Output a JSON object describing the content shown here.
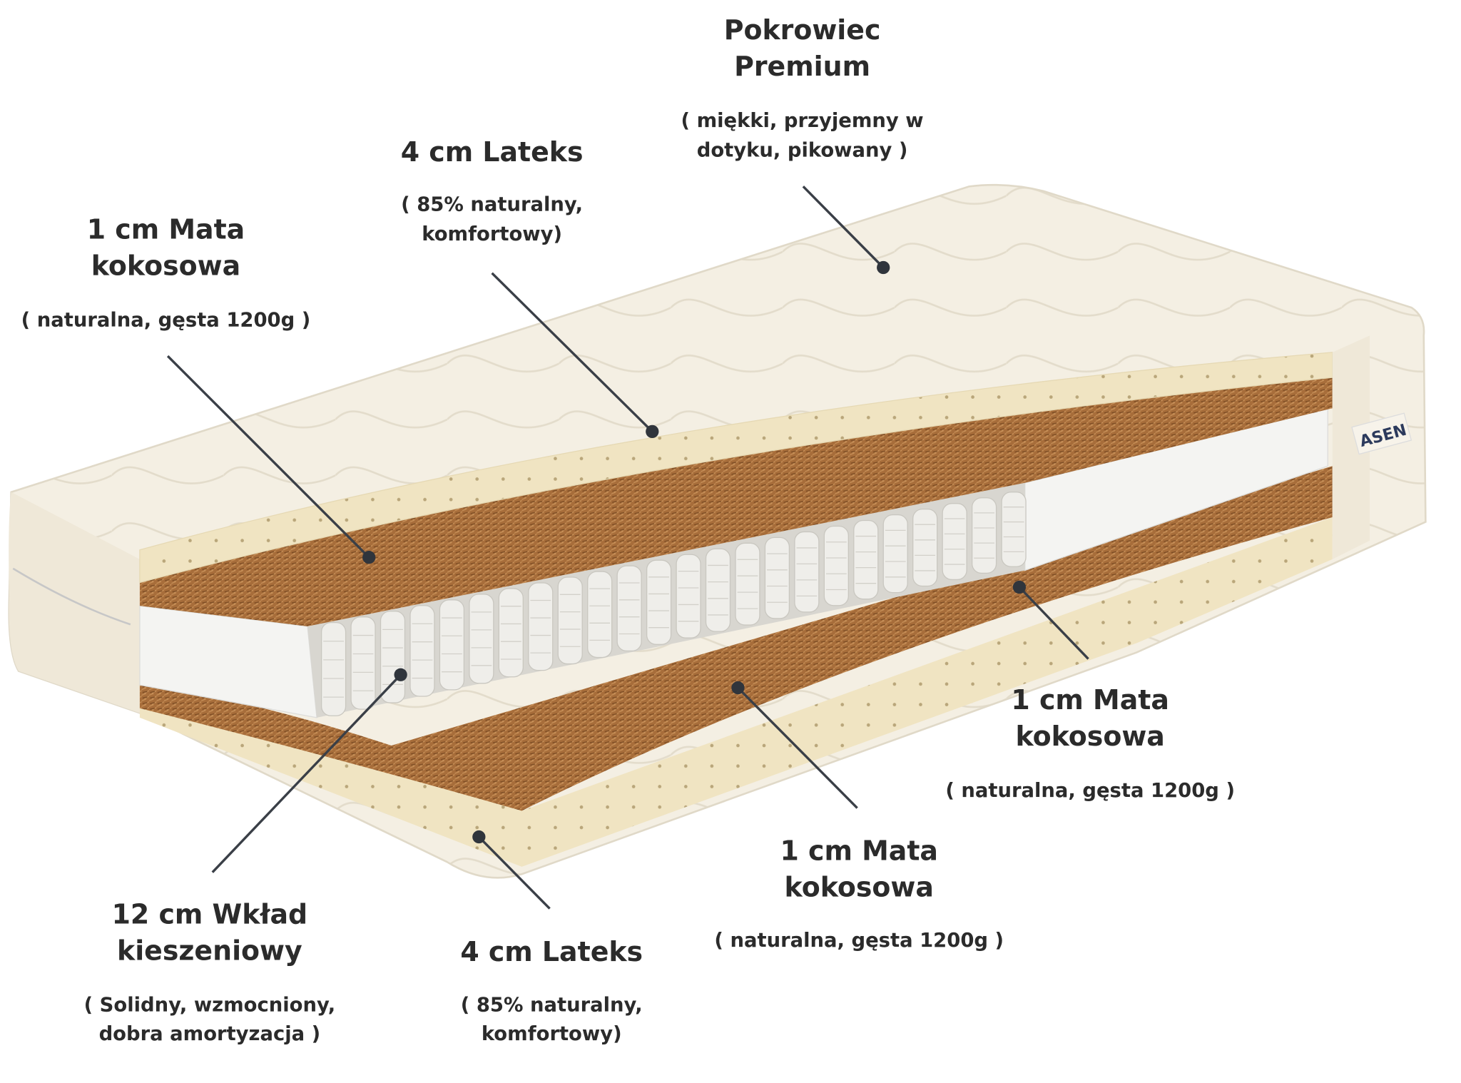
{
  "brand_logo": "ASEN",
  "colors": {
    "cover": "#f4efe3",
    "latex": "#f0e4c2",
    "coconut": "#a76d3a",
    "foam": "#f4f4f2",
    "spring": "#ededeb",
    "leader": "#3a3f47"
  },
  "labels": {
    "cover": {
      "title": [
        "Pokrowiec",
        "Premium"
      ],
      "desc": [
        "( miękki, przyjemny w",
        "dotyku, pikowany )"
      ]
    },
    "top_latex": {
      "title": [
        "4 cm Lateks"
      ],
      "desc": [
        "( 85% naturalny,",
        "komfortowy)"
      ]
    },
    "top_coconut": {
      "title": [
        "1 cm Mata",
        "kokosowa"
      ],
      "desc": [
        "( naturalna, gęsta 1200g )"
      ]
    },
    "right_coconut": {
      "title": [
        "1 cm Mata",
        "kokosowa"
      ],
      "desc": [
        "( naturalna, gęsta 1200g )"
      ]
    },
    "bottom_coconut": {
      "title": [
        "1 cm Mata",
        "kokosowa"
      ],
      "desc": [
        "( naturalna, gęsta 1200g )"
      ]
    },
    "pocket_springs": {
      "title": [
        "12 cm Wkład",
        "kieszeniowy"
      ],
      "desc": [
        "( Solidny, wzmocniony,",
        "dobra amortyzacja )"
      ]
    },
    "bottom_latex": {
      "title": [
        "4 cm Lateks"
      ],
      "desc": [
        "( 85% naturalny,",
        "komfortowy)"
      ]
    }
  }
}
